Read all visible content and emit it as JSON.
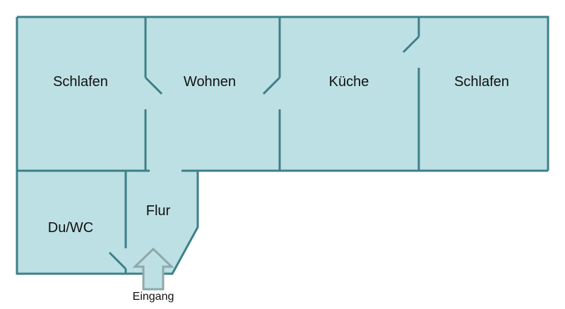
{
  "colors": {
    "floor": "#bde0e4",
    "wall": "#3d7f87",
    "arrow_fill": "#bde0e4",
    "arrow_stroke": "#8fa8aa"
  },
  "rooms": [
    {
      "label": "Schlafen"
    },
    {
      "label": "Wohnen"
    },
    {
      "label": "Küche"
    },
    {
      "label": "Schlafen"
    },
    {
      "label": "Flur"
    },
    {
      "label": "Du/WC"
    }
  ],
  "entrance": {
    "label": "Eingang",
    "icon": "arrow-up-icon"
  }
}
